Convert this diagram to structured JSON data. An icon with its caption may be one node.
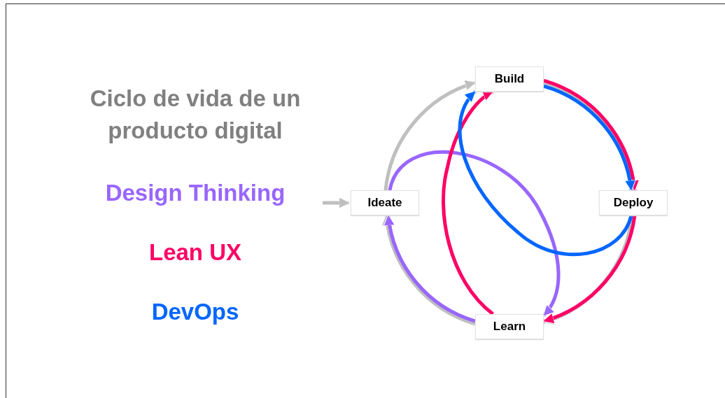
{
  "diagram": {
    "title": "Ciclo de vida de un producto digital",
    "nodes": [
      {
        "text": [
          "Build"
        ]
      },
      {
        "text": [
          "Ideate"
        ]
      },
      {
        "text": [
          "Deploy"
        ]
      },
      {
        "text": [
          "Learn"
        ]
      }
    ],
    "edges": [
      {
        "from": null,
        "to": 1,
        "arrow": "to"
      },
      {
        "from": 1,
        "to": 0,
        "arrow": "to"
      },
      {
        "from": 0,
        "to": 2,
        "arrow": "to"
      },
      {
        "from": 2,
        "to": 3,
        "arrow": "to"
      },
      {
        "from": 3,
        "to": 1,
        "arrow": "to"
      },
      {
        "from": 3,
        "to": 1,
        "arrow": "to",
        "color": "#9966ff"
      },
      {
        "from": 1,
        "to": 3,
        "arrow": "to",
        "color": "#9966ff"
      },
      {
        "from": 0,
        "to": 2,
        "arrow": "to",
        "color": "#ff0066"
      },
      {
        "from": 2,
        "to": 3,
        "arrow": "to",
        "color": "#ff0066"
      },
      {
        "from": 3,
        "to": 0,
        "arrow": "to",
        "color": "#ff0066"
      },
      {
        "from": 0,
        "to": 2,
        "arrow": "to",
        "color": "#0066ff"
      },
      {
        "from": 2,
        "to": 0,
        "arrow": "to",
        "color": "#0066ff"
      }
    ],
    "legend": [
      {
        "text": "Design Thinking",
        "color": "#9966ff"
      },
      {
        "text": "Lean UX",
        "color": "#ff0066"
      },
      {
        "text": "DevOps",
        "color": "#0066ff"
      }
    ]
  }
}
